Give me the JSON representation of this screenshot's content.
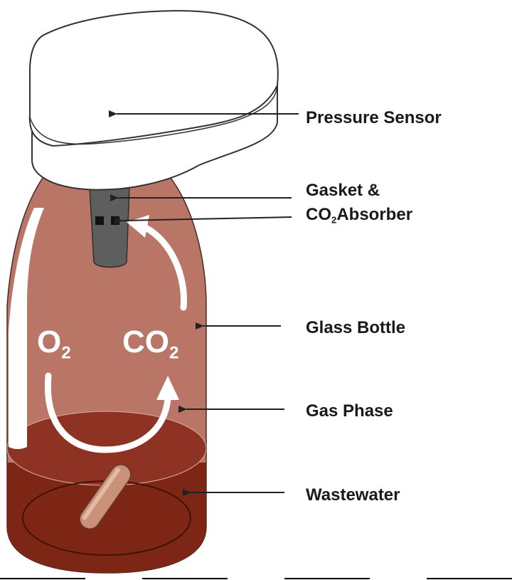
{
  "labels": {
    "pressure_sensor": "Pressure Sensor",
    "gasket_line1": "Gasket &",
    "gasket_line2_prefix": "CO",
    "gasket_line2_sub": "2",
    "gasket_line2_suffix": "Absorber",
    "glass_bottle": "Glass Bottle",
    "gas_phase": "Gas Phase",
    "wastewater": "Wastewater"
  },
  "gases": {
    "o2_base": "O",
    "o2_sub": "2",
    "co2_base": "CO",
    "co2_sub": "2"
  },
  "colors": {
    "bottle_gas": "#b97565",
    "wastewater": "#7d2616",
    "wastewater_top": "#8e3324",
    "sensor_body": "#ffffff",
    "absorber": "#5e5e5e",
    "stir_bar": "#c89178",
    "arrow_white": "#ffffff",
    "line_dark": "#222222"
  }
}
